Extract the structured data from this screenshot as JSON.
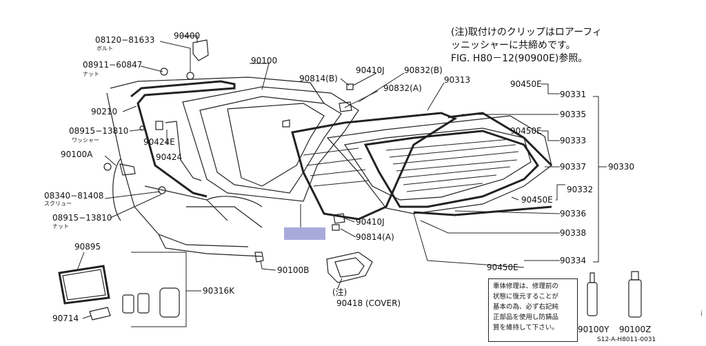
{
  "note": {
    "line1": "(注)取付けのクリップはロアーフィ",
    "line2": "ッニッシャーに共締めです。",
    "line3": "FIG. H80－12(90900E)参照。"
  },
  "labels": {
    "p08120_81633": "08120−81633",
    "p08120_sub": "ボルト",
    "p90400": "90400",
    "p08911_60847": "08911−60847",
    "p08911_sub": "ナット",
    "p90100": "90100",
    "p90210": "90210",
    "p08915_13810a": "08915−13810",
    "p08915_sub_a": "ワッシャー",
    "p90424E": "90424E",
    "p90424": "90424",
    "p90100A": "90100A",
    "p08340_81408": "08340−81408",
    "p08340_sub": "スクリュー",
    "p08915_13810b": "08915−13810",
    "p08915_sub_b": "ナット",
    "p90814B": "90814(B)",
    "p90410J_top": "90410J",
    "p90832B": "90832(B)",
    "p90832A": "90832(A)",
    "p90313": "90313",
    "p90450E_1": "90450E",
    "p90331": "90331",
    "p90335": "90335",
    "p90450E_2": "90450E",
    "p90333": "90333",
    "p90337": "90337",
    "p90330": "90330",
    "p90332": "90332",
    "p90450E_3": "90450E",
    "p90336": "90336",
    "p90410J_mid": "90410J",
    "p90814A": "90814(A)",
    "p90338": "90338",
    "p90334": "90334",
    "p90450E_4": "90450E",
    "p90895": "90895",
    "p90316K": "90316K",
    "p90714": "90714",
    "p90100B": "90100B",
    "p_note_mark": "(注)",
    "p90418": "90418 (COVER)",
    "p90100Y": "90100Y",
    "p90100Z": "90100Z"
  },
  "repair_box": {
    "line1": "車体修理は、修理前の",
    "line2": "状態に復元することが",
    "line3": "基本の為、必ず右記純",
    "line4": "正部品を使用し防錆品",
    "line5": "質を維持して下さい。"
  },
  "figure_code": "S12-A-H8011-0031",
  "edge_mark": "i",
  "colors": {
    "highlight": "#a9aadc",
    "ink": "#222222"
  }
}
